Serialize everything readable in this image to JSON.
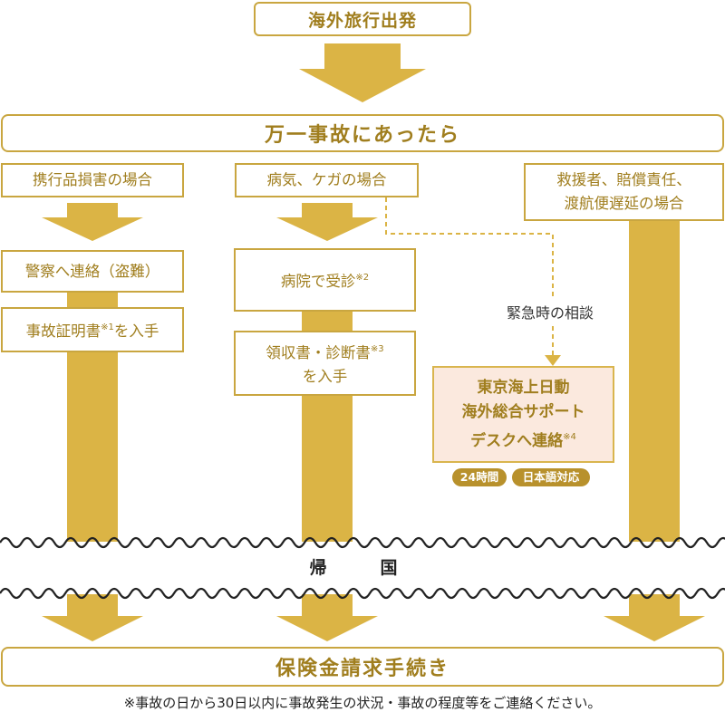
{
  "start": "海外旅行出発",
  "incident": "万一事故にあったら",
  "return_home": "帰　国",
  "claim": "保険金請求手続き",
  "footnote": "※事故の日から30日以内に事故発生の状況・事故の程度等をご連絡ください。",
  "col1": {
    "head": "携行品損害の場合",
    "step1": "警察へ連絡（盗難）",
    "step2": "事故証明書",
    "step2_note": "※1",
    "step2_tail": "を入手"
  },
  "col2": {
    "head": "病気、ケガの場合",
    "step1": "病院で受診",
    "step1_note": "※2",
    "step2_line1": "領収書・診断書",
    "step2_note": "※3",
    "step2_line2": "を入手"
  },
  "col3": {
    "head_line1": "救援者、賠償責任、",
    "head_line2": "渡航便遅延の場合"
  },
  "emergency_label": "緊急時の相談",
  "desk": {
    "line1": "東京海上日動",
    "line2": "海外総合サポート",
    "line3": "デスクへ連絡",
    "note": "※4",
    "badge1": "24時間",
    "badge2": "日本語対応"
  },
  "colors": {
    "gold": "#dbb445",
    "border": "#c9a640",
    "text_gold": "#a07e1e",
    "desk_fill": "#fbe9de",
    "badge": "#b8912c"
  }
}
